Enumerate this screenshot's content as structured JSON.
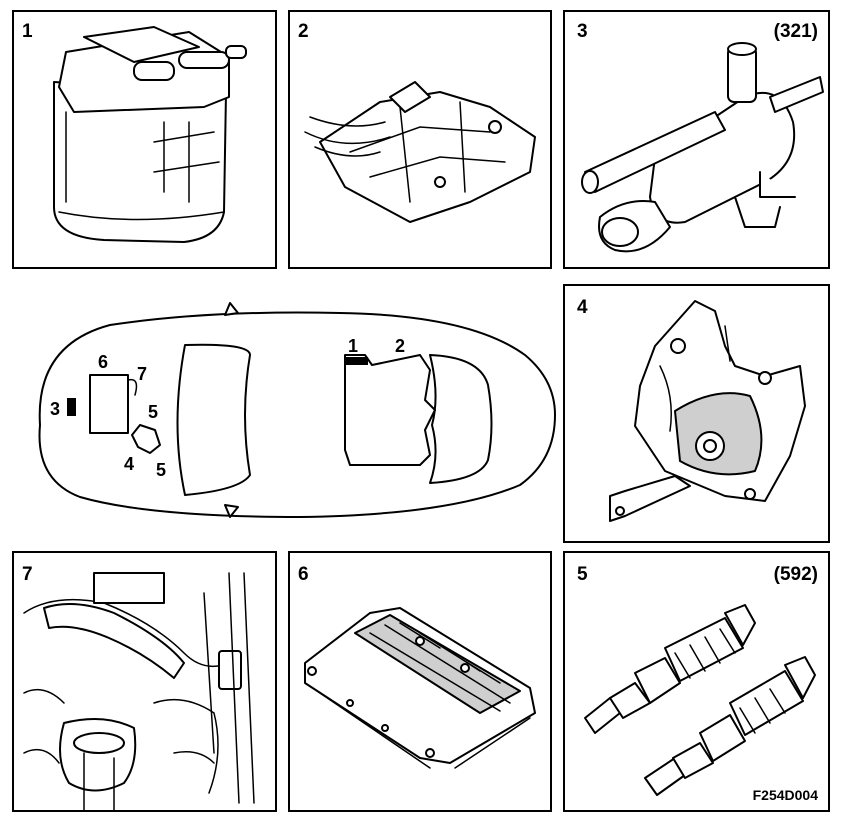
{
  "panels": [
    {
      "id": "1",
      "number": "1",
      "component": "evap-canister"
    },
    {
      "id": "2",
      "number": "2",
      "component": "wiring-bracket"
    },
    {
      "id": "3",
      "number": "3",
      "ref": "(321)",
      "component": "purge-valve"
    },
    {
      "id": "4",
      "number": "4",
      "component": "heat-shield"
    },
    {
      "id": "7",
      "number": "7",
      "component": "engine-bay-hose"
    },
    {
      "id": "6",
      "number": "6",
      "component": "valve-cover"
    },
    {
      "id": "5",
      "number": "5",
      "ref": "(592)",
      "component": "oxygen-sensors"
    }
  ],
  "car_diagram": {
    "labels": {
      "l1": "1",
      "l2": "2",
      "l3": "3",
      "l4": "4",
      "l5a": "5",
      "l5b": "5",
      "l6": "6",
      "l7": "7"
    }
  },
  "figure_code": "F254D004",
  "colors": {
    "line": "#000000",
    "background": "#ffffff",
    "shade": "#cfcfcf"
  }
}
